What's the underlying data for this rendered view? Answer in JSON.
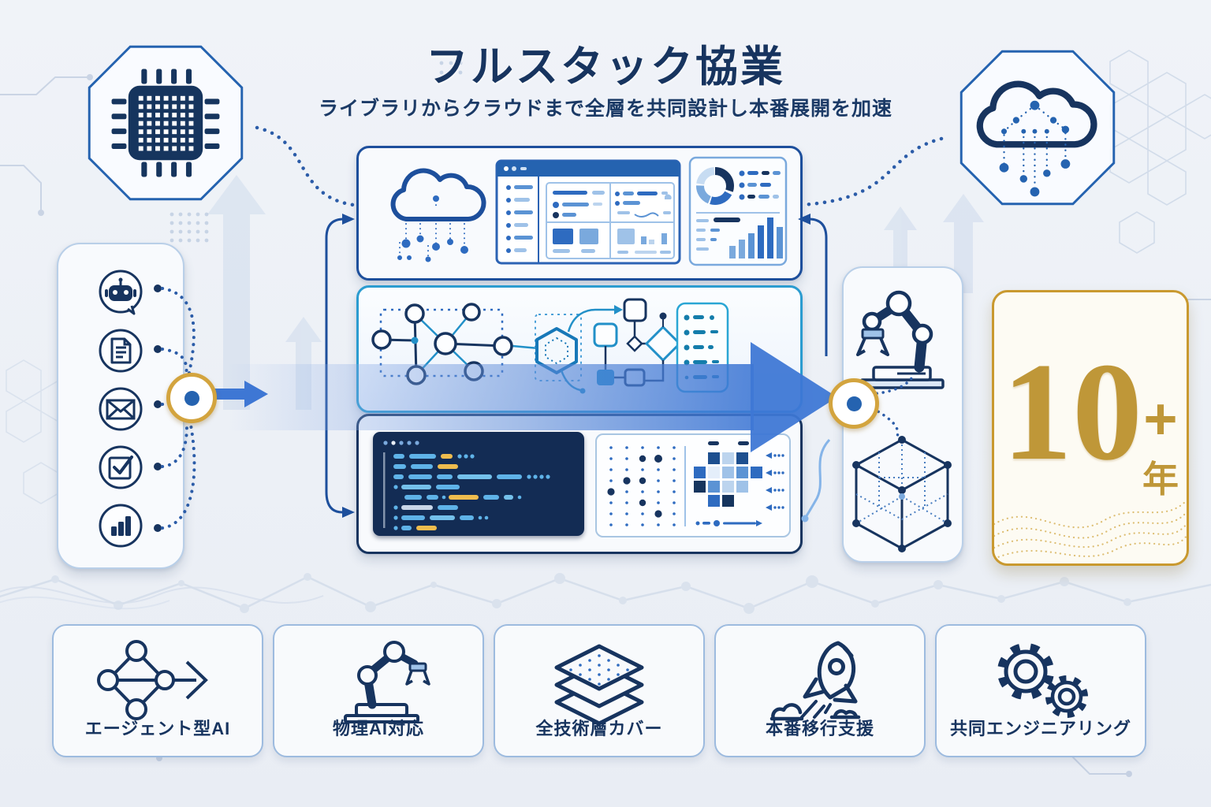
{
  "header": {
    "title": "フルスタック協業",
    "subtitle": "ライブラリからクラウドまで全層を共同設計し本番展開を加速"
  },
  "badge": {
    "value": "10",
    "plus": "+",
    "unit": "年"
  },
  "corner_icons": {
    "top_left": "chip-icon",
    "top_right": "cloud-data-icon"
  },
  "left_panel": {
    "icons": [
      "chatbot-icon",
      "document-icon",
      "mail-icon",
      "checkbox-icon",
      "bar-chart-icon"
    ]
  },
  "pipeline": {
    "stages": [
      "cloud-dashboard-stage",
      "workflow-graph-stage",
      "code-editor-stage"
    ],
    "right_icons": [
      "robot-arm-icon",
      "wireframe-cube-icon"
    ]
  },
  "bottom_cards": {
    "items": [
      {
        "label": "エージェント型AI",
        "icon": "agent-network-arrow-icon"
      },
      {
        "label": "物理AI対応",
        "icon": "robot-arm-icon"
      },
      {
        "label": "全技術層カバー",
        "icon": "layers-icon"
      },
      {
        "label": "本番移行支援",
        "icon": "rocket-icon"
      },
      {
        "label": "共同エンジニアリング",
        "icon": "gears-icon"
      }
    ]
  },
  "colors": {
    "navy": "#17345f",
    "blue": "#2e6bc0",
    "teal": "#2290c8",
    "arrow_blue": "#3e77d4",
    "gold": "#c9992f",
    "code_bg": "#132c54",
    "code_yellow": "#eebc4e",
    "code_blue": "#5fb3e8"
  }
}
